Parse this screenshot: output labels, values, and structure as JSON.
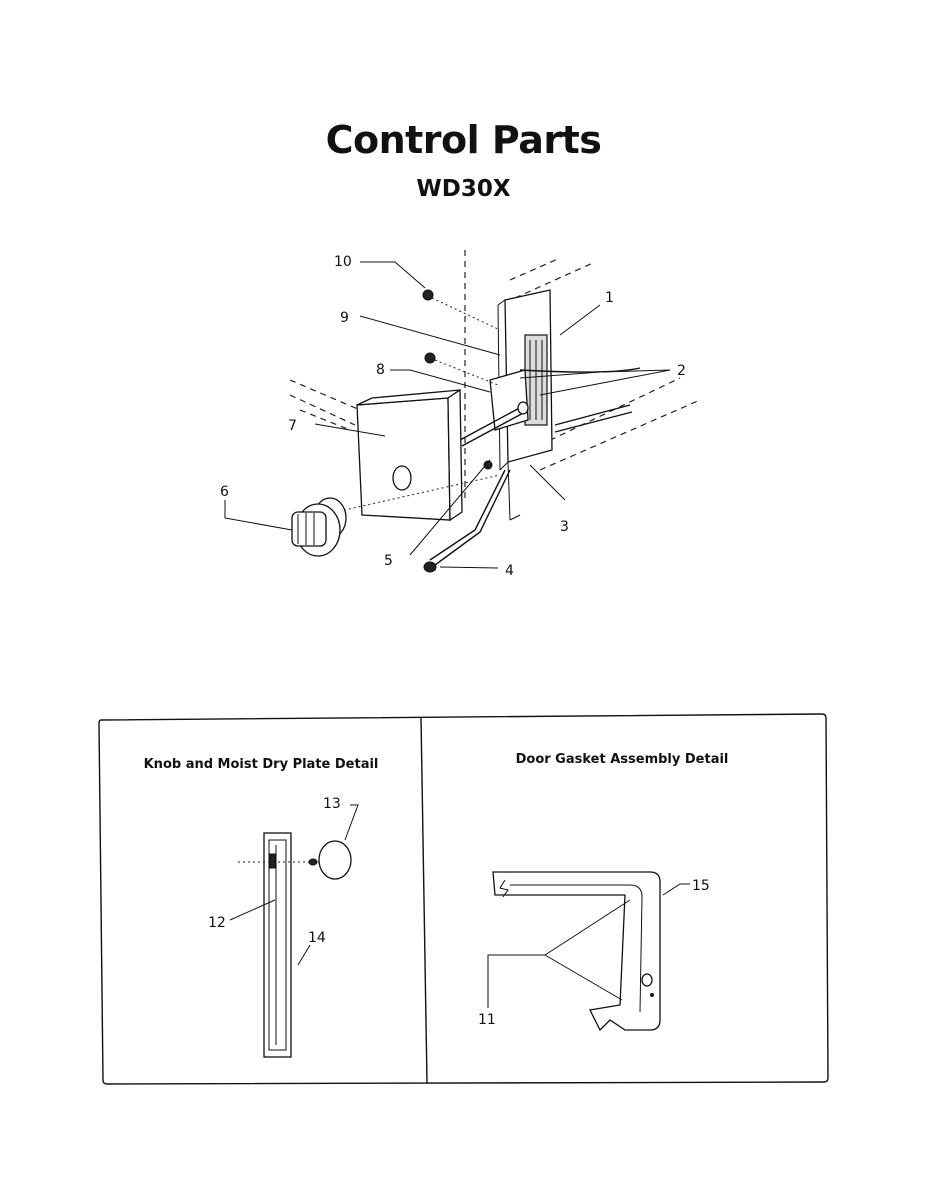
{
  "header": {
    "title": "Control Parts",
    "subtitle": "WD30X"
  },
  "main_diagram": {
    "callouts": [
      "1",
      "2",
      "3",
      "4",
      "5",
      "6",
      "7",
      "8",
      "9",
      "10"
    ]
  },
  "detail_panels": [
    {
      "title": "Knob and Moist Dry Plate Detail",
      "callouts": [
        "12",
        "13",
        "14"
      ]
    },
    {
      "title": "Door Gasket Assembly Detail",
      "callouts": [
        "11",
        "15"
      ]
    }
  ]
}
